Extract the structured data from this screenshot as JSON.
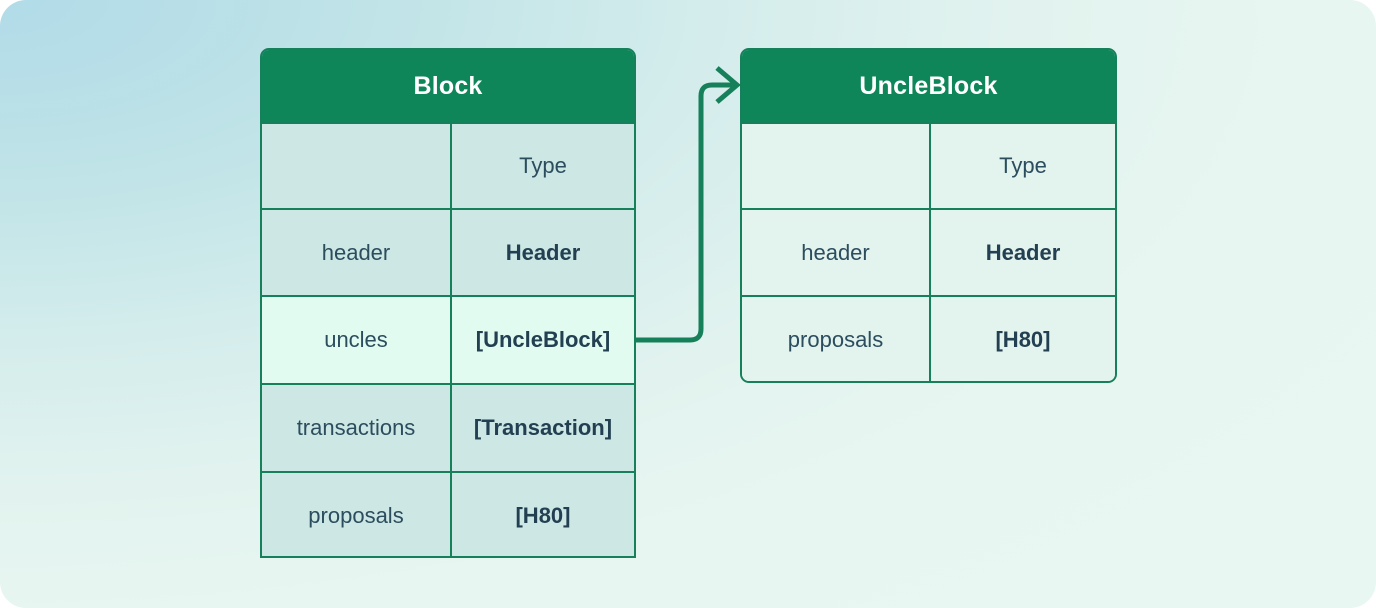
{
  "diagram": {
    "type": "uml-class-relationship",
    "background_gradient_from": "#b1dbe8",
    "background_gradient_to": "#e9f7f2",
    "accent_color": "#0e8659",
    "border_color": "#15805a",
    "text_color": "#2b4d5e",
    "highlight_color": "#e2fbf0"
  },
  "block": {
    "title": "Block",
    "columns": {
      "name": "",
      "type": "Type"
    },
    "rows": [
      {
        "name": "header",
        "type": "Header",
        "highlight": false
      },
      {
        "name": "uncles",
        "type": "[UncleBlock]",
        "highlight": true
      },
      {
        "name": "transactions",
        "type": "[Transaction]",
        "highlight": false
      },
      {
        "name": "proposals",
        "type": "[H80]",
        "highlight": false
      }
    ]
  },
  "uncleblock": {
    "title": "UncleBlock",
    "columns": {
      "name": "",
      "type": "Type"
    },
    "rows": [
      {
        "name": "header",
        "type": "Header",
        "highlight": false
      },
      {
        "name": "proposals",
        "type": "[H80]",
        "highlight": false
      }
    ]
  },
  "connector": {
    "from": "block.uncles",
    "to": "uncleblock",
    "arrow_head": "open-chevron",
    "color": "#15805a"
  }
}
